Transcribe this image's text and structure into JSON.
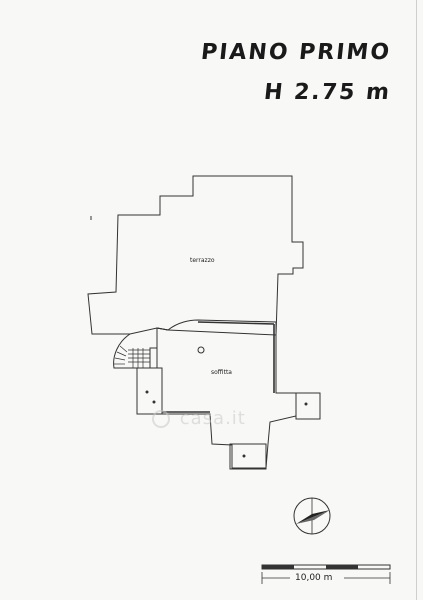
{
  "title": {
    "line1": "PIANO PRIMO",
    "line2": "H 2.75 m"
  },
  "rooms": {
    "terrace": "terrazzo",
    "ceiling": "soffitta"
  },
  "scale": {
    "label": "10,00 m"
  },
  "watermark": {
    "text": "casa.it",
    "icon": "casa-logo-icon"
  },
  "colors": {
    "line": "#333333",
    "paper": "#f8f8f6"
  }
}
